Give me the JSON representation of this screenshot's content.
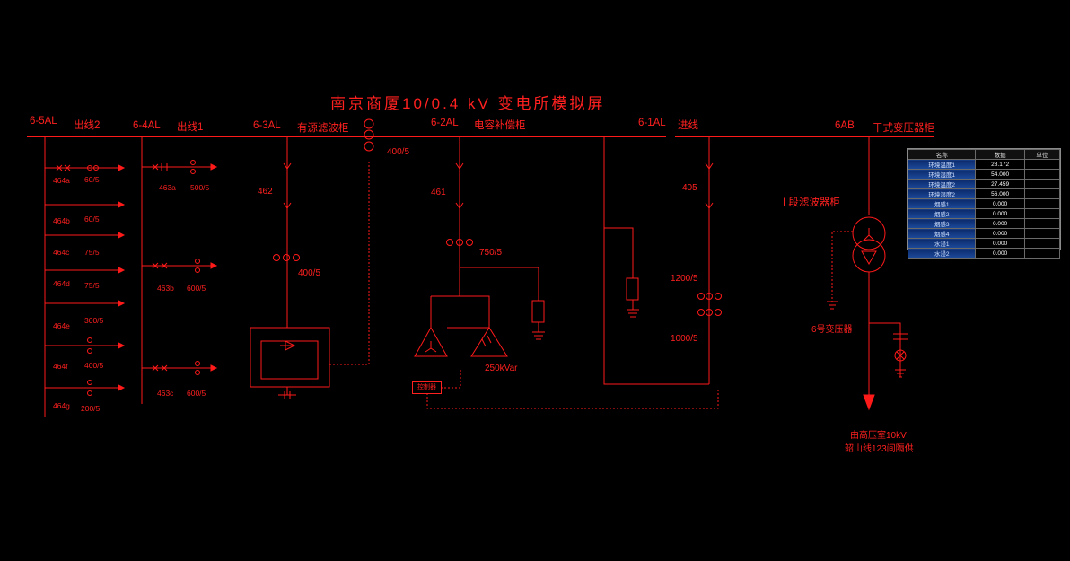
{
  "title": "南京商厦10/0.4 kV 变电所模拟屏",
  "cabinets": {
    "c65": {
      "code": "6-5AL",
      "name": "出线2"
    },
    "c64": {
      "code": "6-4AL",
      "name": "出线1"
    },
    "c63": {
      "code": "6-3AL",
      "name": "有源滤波柜"
    },
    "c62": {
      "code": "6-2AL",
      "name": "电容补偿柜"
    },
    "c61": {
      "code": "6-1AL",
      "name": "进线"
    },
    "c6ab": {
      "code": "6AB",
      "name": "干式变压器柜"
    }
  },
  "feeders_65": [
    {
      "id": "464a",
      "ct": "60/5"
    },
    {
      "id": "464b",
      "ct": "60/5"
    },
    {
      "id": "464c",
      "ct": "75/5"
    },
    {
      "id": "464d",
      "ct": "75/5"
    },
    {
      "id": "464e",
      "ct": "300/5"
    },
    {
      "id": "464f",
      "ct": "400/5"
    },
    {
      "id": "464g",
      "ct": "200/5"
    }
  ],
  "feeders_64": [
    {
      "id": "463a",
      "ct": "500/5"
    },
    {
      "id": "463b",
      "ct": "600/5"
    },
    {
      "id": "463c",
      "ct": "600/5"
    }
  ],
  "labels": {
    "ct_busbar": "400/5",
    "sw_462": "462",
    "ct_462": "400/5",
    "sw_461": "461",
    "ct_461": "750/5",
    "capacitor": "250kVar",
    "controller": "控制器",
    "sw_405": "405",
    "ct_1200": "1200/5",
    "ct_1000": "1000/5",
    "filter_cabinet": "I 段滤波器柜",
    "transformer": "6号变压器",
    "source_line1": "由高压室10kV",
    "source_line2": "韶山线123间隔供"
  },
  "panel": {
    "headers": [
      "名称",
      "数据",
      "单位"
    ],
    "rows": [
      {
        "name": "环境温度1",
        "value": "28.172",
        "unit": ""
      },
      {
        "name": "环境湿度1",
        "value": "54.000",
        "unit": ""
      },
      {
        "name": "环境温度2",
        "value": "27.459",
        "unit": ""
      },
      {
        "name": "环境湿度2",
        "value": "56.000",
        "unit": ""
      },
      {
        "name": "烟感1",
        "value": "0.000",
        "unit": ""
      },
      {
        "name": "烟感2",
        "value": "0.000",
        "unit": ""
      },
      {
        "name": "烟感3",
        "value": "0.000",
        "unit": ""
      },
      {
        "name": "烟感4",
        "value": "0.000",
        "unit": ""
      },
      {
        "name": "水浸1",
        "value": "0.000",
        "unit": ""
      },
      {
        "name": "水浸2",
        "value": "0.000",
        "unit": ""
      }
    ]
  },
  "colors": {
    "line": "#ff1a1a",
    "background": "#000000",
    "panel_name_bg": "#1d4a9c"
  }
}
